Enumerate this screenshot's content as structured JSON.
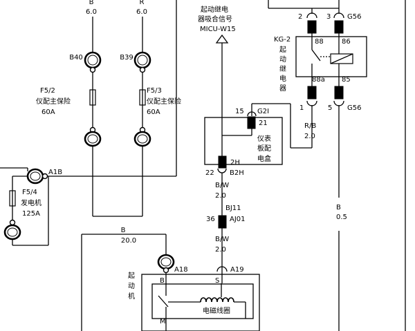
{
  "wires": {
    "b_left": {
      "name": "B",
      "size": "6.0"
    },
    "r_right": {
      "name": "R",
      "size": "6.0"
    },
    "b_main": {
      "name": "B",
      "size": "20.0"
    },
    "rb": {
      "name": "R/B",
      "size": "2.0"
    },
    "bw_1": {
      "name": "B/W",
      "size": "2.0"
    },
    "bw_2": {
      "name": "B/W",
      "size": "2.0"
    },
    "b_right": {
      "name": "B",
      "size": "0.5"
    }
  },
  "connectors": {
    "b40": "B40",
    "b39": "B39",
    "a1b": "A1B",
    "a18": "A18",
    "a19": "A19",
    "g56_top": "G56",
    "g56_bottom": "G56",
    "g2i": "G2I",
    "b2h": "B2H",
    "bj11": "BJ11",
    "aj01": "AJ01"
  },
  "pins": {
    "p2": "2",
    "p3": "3",
    "p1": "1",
    "p5": "5",
    "p15": "15",
    "p21": "21",
    "p2h": "2H",
    "p22": "22",
    "p36": "36",
    "p88": "88",
    "p86": "86",
    "p88a": "88a",
    "p85": "85",
    "pB": "B",
    "pS": "S",
    "pM": "M"
  },
  "fuses": {
    "f52": {
      "id": "F5/2",
      "name": "仪配主保险",
      "rating": "60A"
    },
    "f53": {
      "id": "F5/3",
      "name": "仪配主保险",
      "rating": "60A"
    },
    "f54": {
      "id": "F5/4",
      "name": "发电机",
      "rating": "125A"
    }
  },
  "signal": {
    "line1": "起动继电",
    "line2": "器吸合信号",
    "line3": "MICU-W15"
  },
  "relay": {
    "id": "KG-2",
    "name": [
      "起",
      "动",
      "继",
      "电",
      "器"
    ]
  },
  "panel_box": {
    "name": [
      "仪表",
      "板配",
      "电盒"
    ]
  },
  "starter": {
    "name": [
      "起",
      "动",
      "机"
    ],
    "coil": "电磁线圈"
  }
}
